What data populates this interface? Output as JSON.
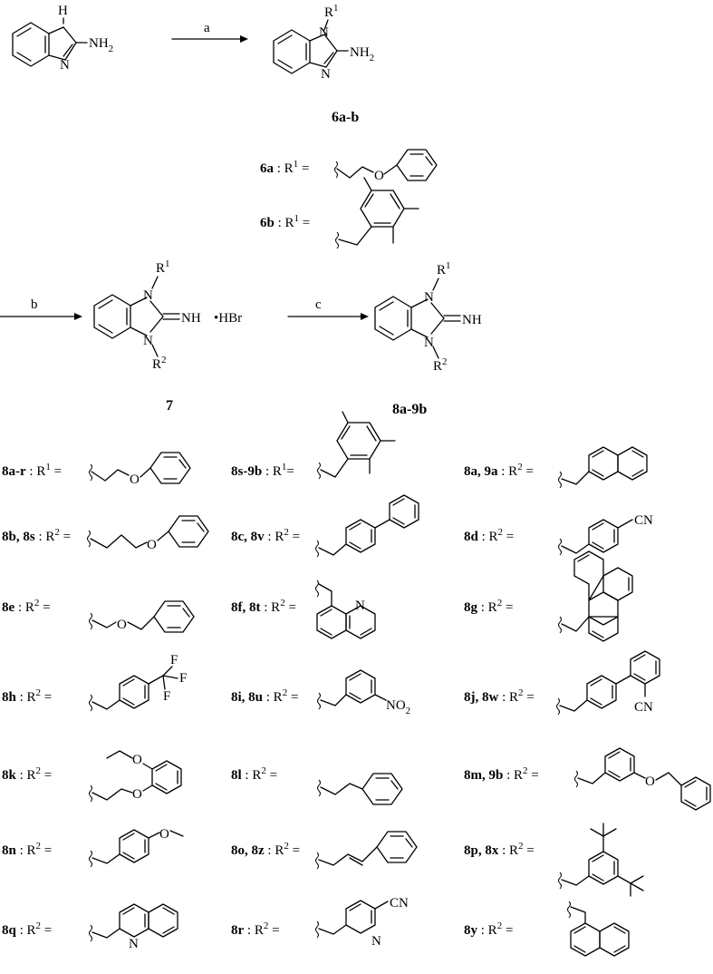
{
  "step1": {
    "reagent": "a",
    "sm_H": "H",
    "sm_N": "N",
    "sm_NH2": "NH",
    "sub2": "2",
    "prod_R": "R",
    "sup1": "1",
    "prod_N1": "N",
    "prod_N2": "N",
    "prod_NH2": "NH",
    "label": "6a-b"
  },
  "defs6": [
    {
      "cmpd": "6a",
      "text": " : R",
      "sup": "1",
      "eq": " ="
    },
    {
      "cmpd": "6b",
      "text": " : R",
      "sup": "1",
      "eq": " ="
    }
  ],
  "step2": {
    "reagent_b": "b",
    "reagent_c": "c",
    "R": "R",
    "sup1": "1",
    "sup2": "2",
    "N": "N",
    "NH": "NH",
    "HBr": "•HBr",
    "label7": "7",
    "label8": "8a-9b"
  },
  "sub_atoms": {
    "O": "O",
    "N": "N",
    "CN": "CN",
    "F": "F",
    "NO": "NO",
    "two": "2"
  },
  "defs": [
    {
      "cmpd": "8a-r",
      "text": " : R",
      "sup": "1",
      "eq": " ="
    },
    {
      "cmpd": "8s-9b",
      "text": " : R",
      "sup": "1",
      "eq": "="
    },
    {
      "cmpd": "8a, 9a",
      "text": " : R",
      "sup": "2",
      "eq": " ="
    },
    {
      "cmpd": "8b, 8s",
      "text": " : R",
      "sup": "2",
      "eq": " ="
    },
    {
      "cmpd": "8c, 8v",
      "text": " : R",
      "sup": "2",
      "eq": " ="
    },
    {
      "cmpd": "8d",
      "text": " : R",
      "sup": "2",
      "eq": " ="
    },
    {
      "cmpd": "8e",
      "text": " : R",
      "sup": "2",
      "eq": " ="
    },
    {
      "cmpd": "8f, 8t",
      "text": " : R",
      "sup": "2",
      "eq": " ="
    },
    {
      "cmpd": "8g",
      "text": " : R",
      "sup": "2",
      "eq": " ="
    },
    {
      "cmpd": "8h",
      "text": " : R",
      "sup": "2",
      "eq": " ="
    },
    {
      "cmpd": "8i, 8u",
      "text": " : R",
      "sup": "2",
      "eq": " ="
    },
    {
      "cmpd": "8j, 8w",
      "text": " : R",
      "sup": "2",
      "eq": " ="
    },
    {
      "cmpd": "8k",
      "text": " : R",
      "sup": "2",
      "eq": " ="
    },
    {
      "cmpd": "8l",
      "text": " : R",
      "sup": "2",
      "eq": " ="
    },
    {
      "cmpd": "8m, 9b",
      "text": " : R",
      "sup": "2",
      "eq": " ="
    },
    {
      "cmpd": "8n",
      "text": " : R",
      "sup": "2",
      "eq": " ="
    },
    {
      "cmpd": "8o, 8z",
      "text": " : R",
      "sup": "2",
      "eq": " ="
    },
    {
      "cmpd": "8p, 8x",
      "text": " : R",
      "sup": "2",
      "eq": " ="
    },
    {
      "cmpd": "8q",
      "text": " : R",
      "sup": "2",
      "eq": " ="
    },
    {
      "cmpd": "8r",
      "text": " : R",
      "sup": "2",
      "eq": " ="
    },
    {
      "cmpd": "8y",
      "text": " : R",
      "sup": "2",
      "eq": " ="
    }
  ]
}
